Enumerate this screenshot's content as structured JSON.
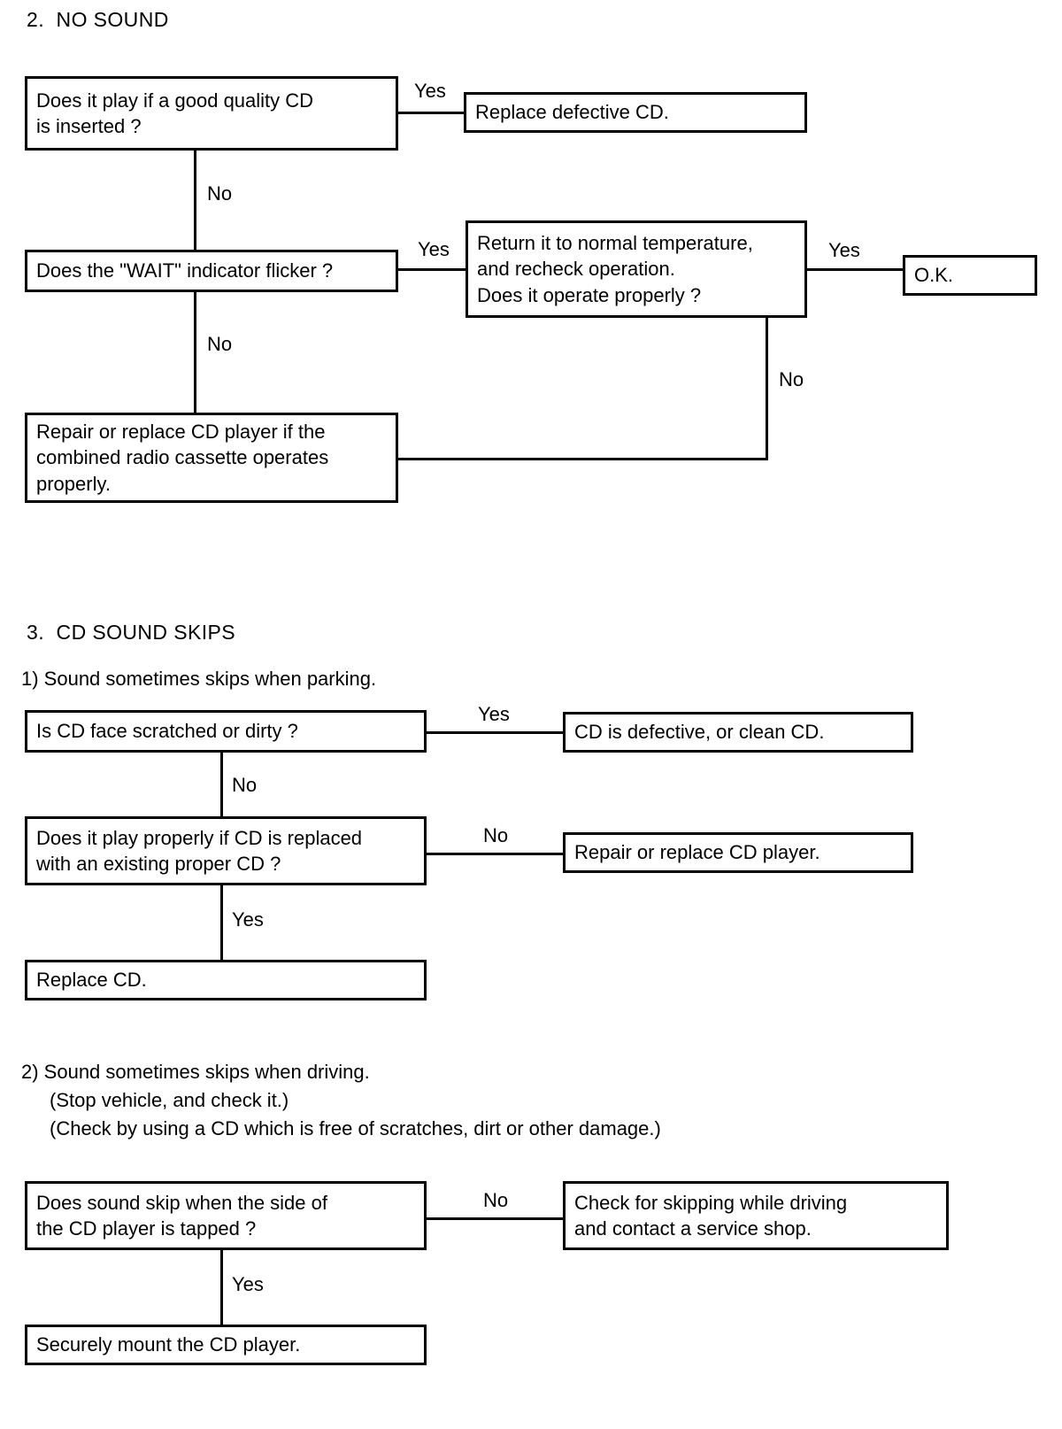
{
  "document": {
    "type": "troubleshooting-flowchart",
    "sections": [
      {
        "id": "section-2",
        "heading": "2.  NO SOUND",
        "nodes": {
          "q1": "Does it play if a good quality CD\nis inserted ?",
          "a1": "Replace defective CD.",
          "q2": "Does the \"WAIT\" indicator flicker ?",
          "q3": "Return it to normal temperature,\nand recheck operation.\nDoes it operate properly ?",
          "a3": "O.K.",
          "a4": "Repair or replace CD player if the\ncombined radio cassette operates\nproperly."
        },
        "edges": {
          "q1_yes": "Yes",
          "q1_no": "No",
          "q2_yes": "Yes",
          "q2_no": "No",
          "q3_yes": "Yes",
          "q3_no": "No"
        }
      },
      {
        "id": "section-3",
        "heading": "3.  CD SOUND SKIPS",
        "sub1": {
          "heading": "1) Sound sometimes skips when parking.",
          "nodes": {
            "q1": "Is CD face scratched or dirty ?",
            "a1": "CD is defective, or clean CD.",
            "q2": "Does it play properly if CD is replaced\nwith an existing proper CD ?",
            "a2": "Repair or replace CD player.",
            "a3": "Replace CD."
          },
          "edges": {
            "q1_yes": "Yes",
            "q1_no": "No",
            "q2_no": "No",
            "q2_yes": "Yes"
          }
        },
        "sub2": {
          "heading_line1": "2) Sound sometimes skips when driving.",
          "heading_line2": "(Stop vehicle, and check it.)",
          "heading_line3": "(Check by using a CD which is free of scratches, dirt or other damage.)",
          "nodes": {
            "q1": "Does sound skip when the side of\nthe CD player is tapped ?",
            "a1": "Check for skipping while driving\nand contact a service shop.",
            "a2": "Securely mount the CD player."
          },
          "edges": {
            "q1_no": "No",
            "q1_yes": "Yes"
          }
        }
      }
    ]
  },
  "colors": {
    "ink": "#000000",
    "paper": "#ffffff"
  }
}
